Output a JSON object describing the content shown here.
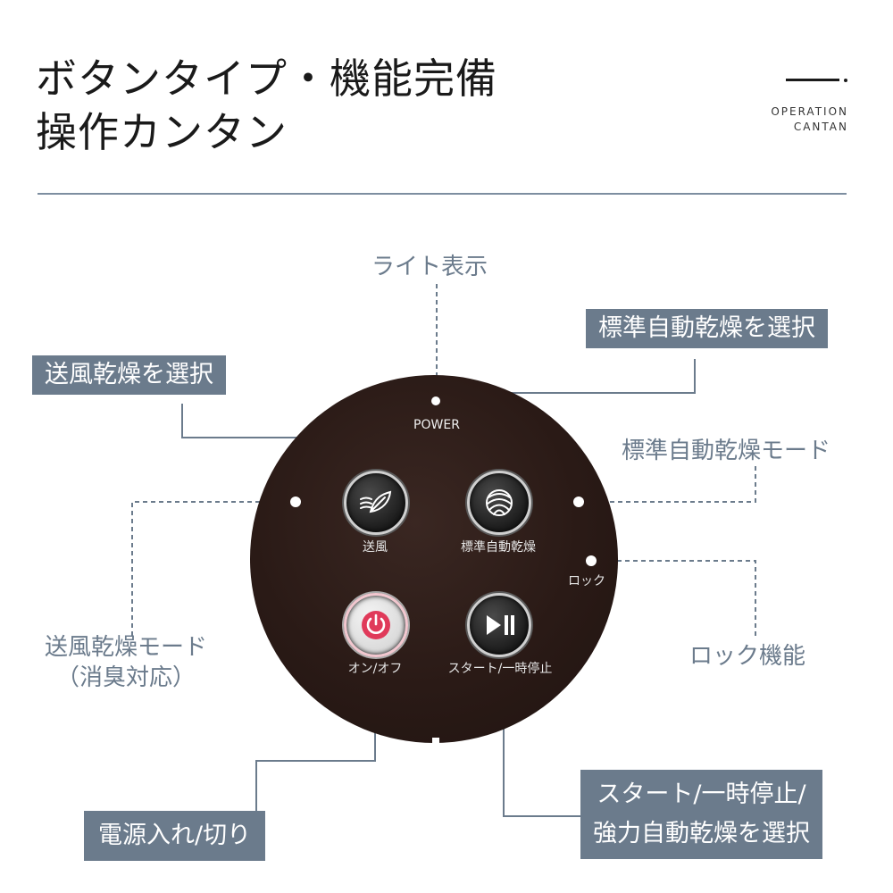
{
  "header": {
    "title_line1": "ボタンタイプ・機能完備",
    "title_line2": "操作カンタン",
    "en_line1": "OPERATION",
    "en_line2": "CANTAN"
  },
  "callouts": {
    "light": "ライト表示",
    "select_standard": "標準自動乾燥を選択",
    "select_fan": "送風乾燥を選択",
    "standard_mode": "標準自動乾燥モード",
    "fan_mode_line1": "送風乾燥モード",
    "fan_mode_line2": "（消臭対応）",
    "lock_function": "ロック機能",
    "power_onoff": "電源入れ/切り",
    "start_line1": "スタート/一時停止/",
    "start_line2": "強力自動乾燥を選択"
  },
  "panel": {
    "power_text": "POWER",
    "fan_label": "送風",
    "standard_label": "標準自動乾燥",
    "lock_label": "ロック",
    "onoff_label": "オン/オフ",
    "start_label": "スタート/一時停止"
  },
  "colors": {
    "callout_bg": "#6b7b8c",
    "panel_bg": "#2a1a16",
    "power_accent": "#e03a5a"
  },
  "icons": {
    "fan": "wind-leaf-icon",
    "standard": "wool-ball-icon",
    "power": "power-icon",
    "start": "play-pause-icon"
  }
}
